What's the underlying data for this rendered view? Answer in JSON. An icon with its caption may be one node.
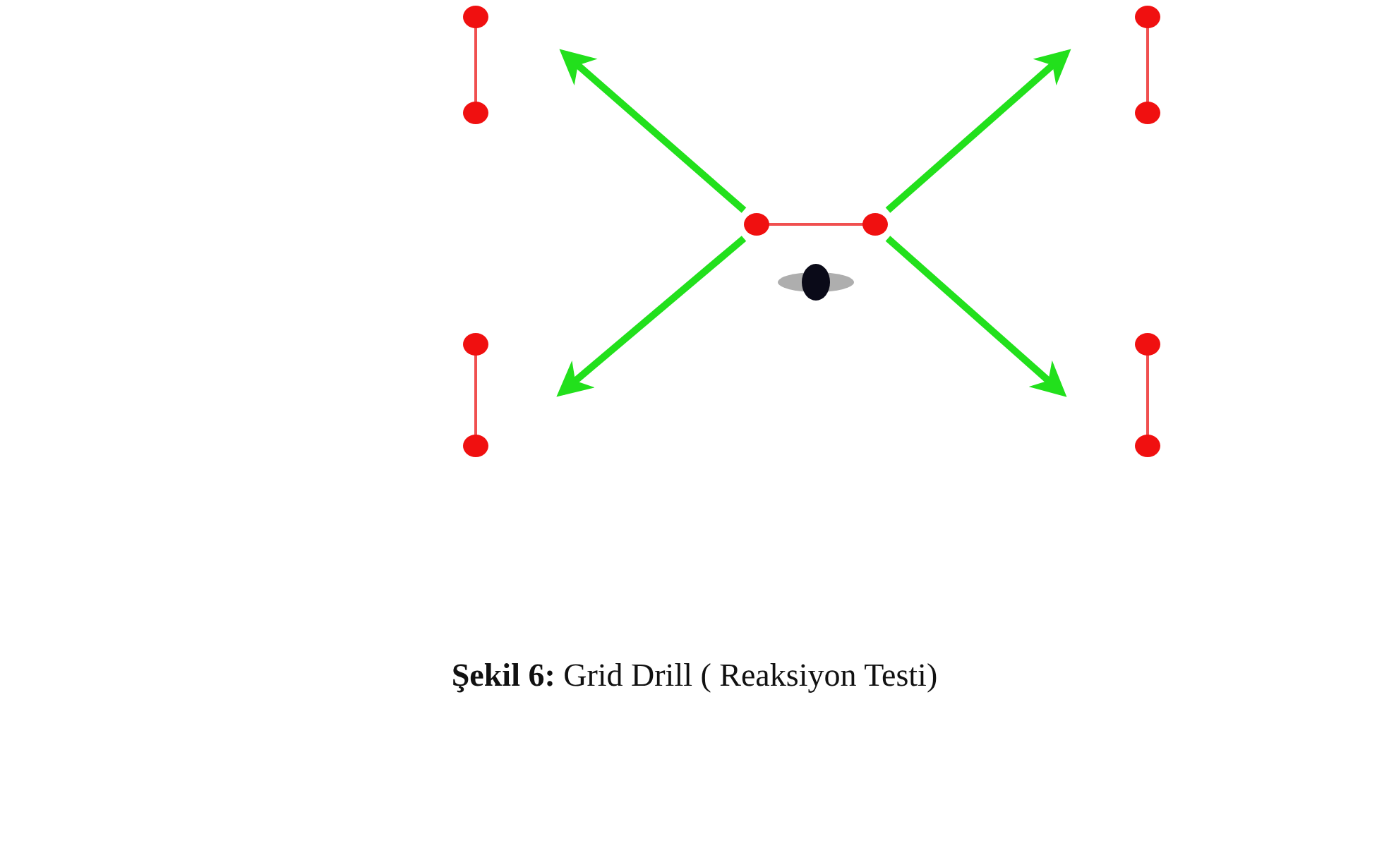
{
  "diagram": {
    "caption": "**Şekil 6:** Grid Drill ( Reaksiyon Testi)",
    "nodes": [
      {
        "text": [],
        "shape": "bar"
      },
      {
        "text": [],
        "shape": "bar"
      },
      {
        "text": [],
        "shape": "bar"
      },
      {
        "text": [],
        "shape": "person"
      },
      {
        "text": [],
        "shape": "bar"
      },
      {
        "text": [],
        "shape": "bar"
      }
    ],
    "edges": [
      {
        "from": 2,
        "to": null,
        "arrow": "to",
        "color": "#22e01c"
      },
      {
        "from": 2,
        "to": null,
        "arrow": "to",
        "color": "#22e01c"
      },
      {
        "from": 2,
        "to": null,
        "arrow": "to",
        "color": "#22e01c"
      },
      {
        "from": 2,
        "to": null,
        "arrow": "to",
        "color": "#22e01c"
      }
    ]
  }
}
